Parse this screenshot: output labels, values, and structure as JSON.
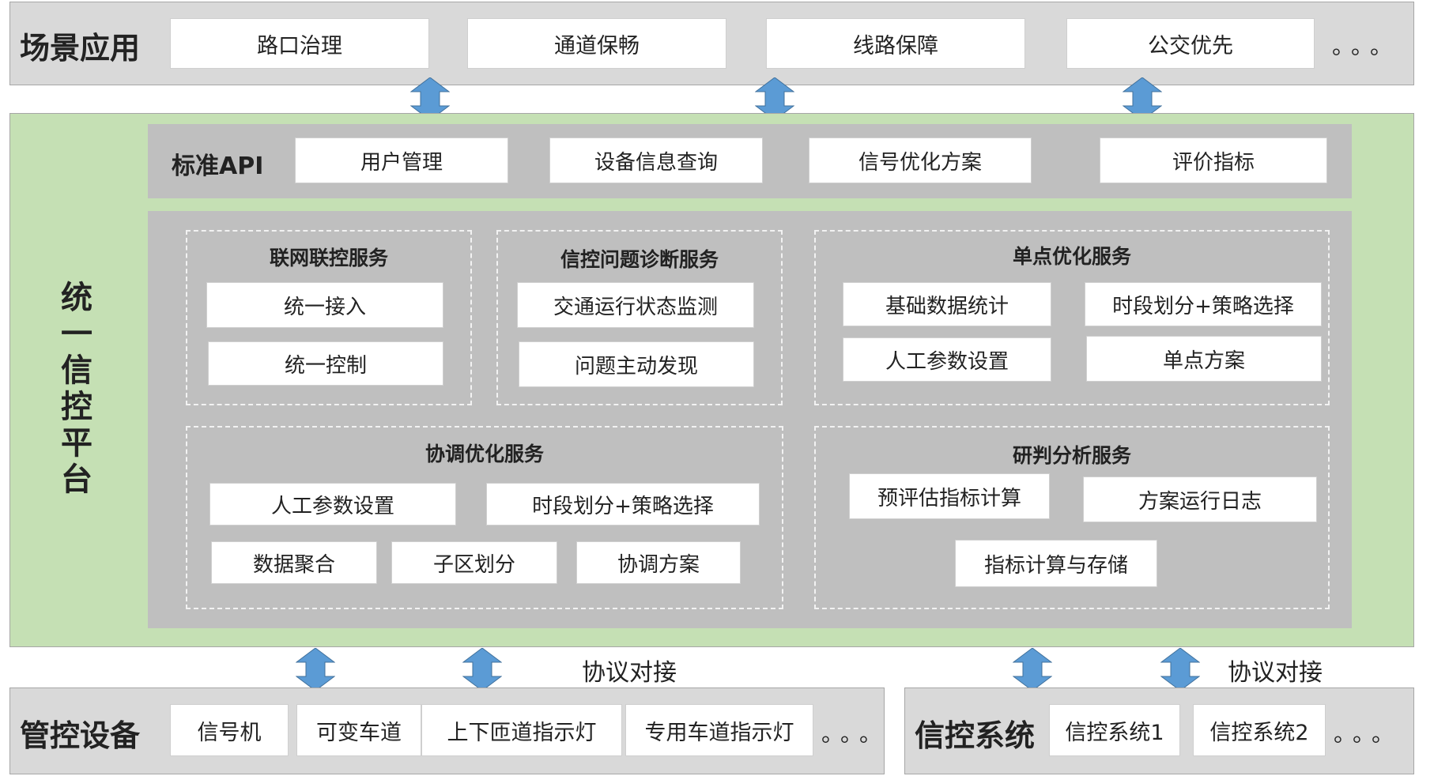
{
  "top": {
    "title": "场景应用",
    "items": [
      "路口治理",
      "通道保畅",
      "线路保障",
      "公交优先"
    ],
    "more": "。。。"
  },
  "platform": {
    "title_chars": [
      "统",
      "一",
      "信",
      "控",
      "平",
      "台"
    ],
    "api": {
      "title": "标准API",
      "items": [
        "用户管理",
        "设备信息查询",
        "信号优化方案",
        "评价指标"
      ]
    },
    "services": {
      "network": {
        "title": "联网联控服务",
        "items": [
          "统一接入",
          "统一控制"
        ]
      },
      "diagnosis": {
        "title": "信控问题诊断服务",
        "items": [
          "交通运行状态监测",
          "问题主动发现"
        ]
      },
      "single": {
        "title": "单点优化服务",
        "items": [
          "基础数据统计",
          "时段划分+策略选择",
          "人工参数设置",
          "单点方案"
        ]
      },
      "coord": {
        "title": "协调优化服务",
        "items": [
          "人工参数设置",
          "时段划分+策略选择",
          "数据聚合",
          "子区划分",
          "协调方案"
        ]
      },
      "analysis": {
        "title": "研判分析服务",
        "items": [
          "预评估指标计算",
          "方案运行日志",
          "指标计算与存储"
        ]
      }
    }
  },
  "interface_label": "协议对接",
  "devices": {
    "title": "管控设备",
    "items": [
      "信号机",
      "可变车道",
      "上下匝道指示灯",
      "专用车道指示灯"
    ],
    "more": "。。。"
  },
  "signal_systems": {
    "title": "信控系统",
    "items": [
      "信控系统1",
      "信控系统2"
    ],
    "more": "。。。"
  },
  "colors": {
    "arrow": "#5b9bd5",
    "platform_bg": "#c5e0b4",
    "panel_bg": "#bfbfbf",
    "band_bg": "#d9d9d9"
  }
}
